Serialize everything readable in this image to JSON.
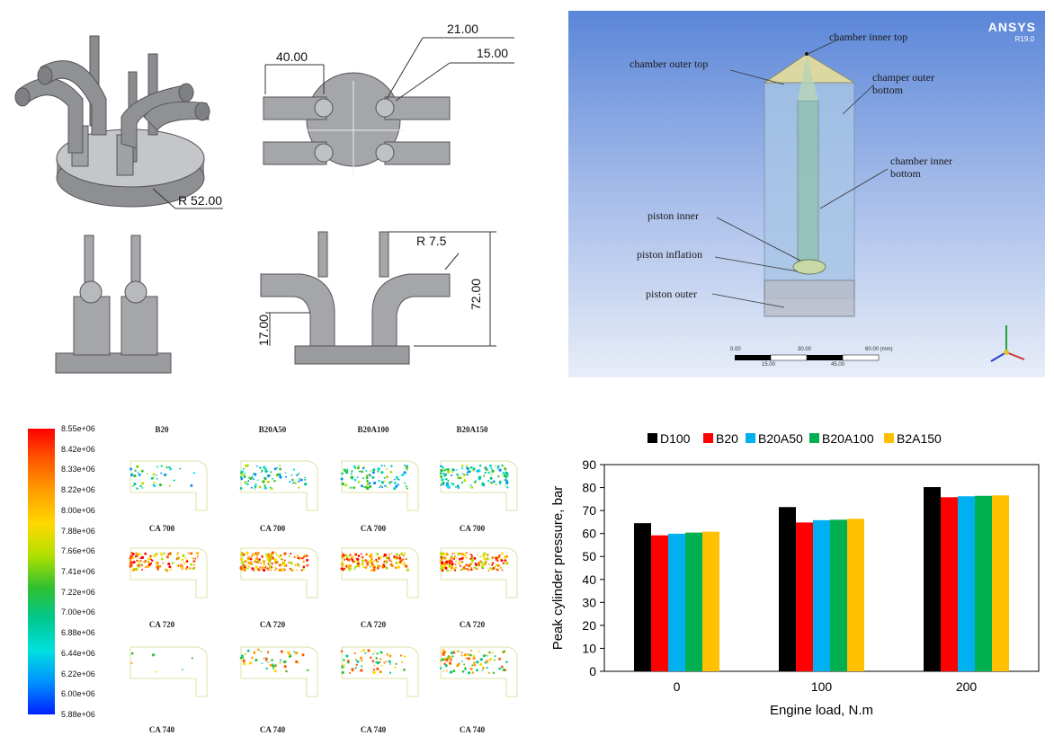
{
  "cad": {
    "dims": {
      "width_40": "40.00",
      "d21": "21.00",
      "d15": "15.00",
      "radius_52": "R 52.00",
      "radius_75": "R 7.5",
      "height_72": "72.00",
      "height_17": "17.00"
    }
  },
  "ansys": {
    "logo": "ANSYS",
    "version": "R19.0",
    "labels": {
      "chamber_inner_top": "chamber inner top",
      "chamber_outer_top": "chamber outer top",
      "chamber_outer_bottom": "champer outer\nbottom",
      "chamber_inner_bottom": "chamber inner\nbottom",
      "piston_inner": "piston inner",
      "piston_inflation": "piston inflation",
      "piston_outer": "piston outer"
    },
    "scale": {
      "t0": "0.00",
      "t1": "30.00",
      "t2": "60.00 (mm)",
      "t3": "15.00",
      "t4": "45.00"
    },
    "colors": {
      "bg_top": "#5a86d8",
      "bg_bottom": "#e8eef8"
    }
  },
  "spray": {
    "colorbar": [
      "8.55e+06",
      "8.42e+06",
      "8.33e+06",
      "8.22e+06",
      "8.00e+06",
      "7.88e+06",
      "7.66e+06",
      "7.41e+06",
      "7.22e+06",
      "7.00e+06",
      "6.88e+06",
      "6.44e+06",
      "6.22e+06",
      "6.00e+06",
      "5.88e+06"
    ],
    "columns": [
      "B20",
      "B20A50",
      "B20A100",
      "B20A150"
    ],
    "rows": [
      "CA 700",
      "CA 720",
      "CA 740"
    ]
  },
  "chart_data": {
    "type": "bar",
    "categories": [
      "0",
      "100",
      "200"
    ],
    "series": [
      {
        "name": "D100",
        "color": "#000000",
        "values": [
          64.5,
          71.5,
          80.2
        ]
      },
      {
        "name": "B20",
        "color": "#ff0000",
        "values": [
          59.2,
          64.8,
          75.8
        ]
      },
      {
        "name": "B20A50",
        "color": "#00b0f0",
        "values": [
          59.9,
          65.8,
          76.2
        ]
      },
      {
        "name": "B20A100",
        "color": "#00b050",
        "values": [
          60.4,
          66.0,
          76.4
        ]
      },
      {
        "name": "B2A150",
        "color": "#ffc000",
        "values": [
          60.8,
          66.4,
          76.6
        ]
      }
    ],
    "xlabel": "Engine load, N.m",
    "ylabel": "Peak cylinder pressure, bar",
    "ylim": [
      0,
      90
    ],
    "yticks": [
      "0",
      "10",
      "20",
      "30",
      "40",
      "50",
      "60",
      "70",
      "80",
      "90"
    ],
    "legend": "top",
    "grid": false
  }
}
